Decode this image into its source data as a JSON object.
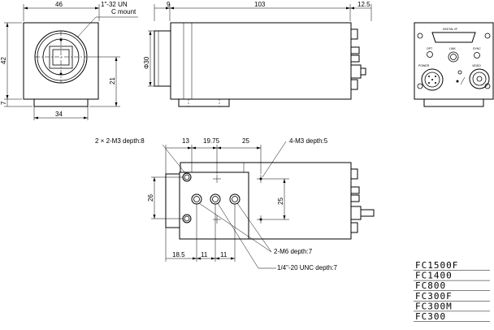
{
  "labels": {
    "w46": "46",
    "w9": "9",
    "w103": "103",
    "w12_5": "12.5",
    "h42": "42",
    "h7": "7",
    "h21": "21",
    "w34": "34",
    "dia30": "Φ30",
    "mount_line1": "1\"-32 UN",
    "mount_line2": "C mount",
    "tap_2m3": "2 × 2-M3 depth:8",
    "tap_4m3": "4-M3 depth:5",
    "tap_2m6": "2-M6 depth:7",
    "tap_unc": "1/4\"-20 UNC depth:7",
    "b13": "13",
    "b19_75": "19.75",
    "b25_top": "25",
    "b26": "26",
    "b25_right": "25",
    "b18_5": "18.5",
    "b11a": "11",
    "b11b": "11",
    "rear_header": "DIGITAL I/F",
    "rear_opt": "OPT",
    "rear_link": "LINK",
    "rear_sync": "SYNC",
    "rear_power": "POWER",
    "rear_video": "VIDEO"
  },
  "models": [
    "FC1500F",
    "FC1400",
    "FC800",
    "FC300F",
    "FC300M",
    "FC300"
  ]
}
